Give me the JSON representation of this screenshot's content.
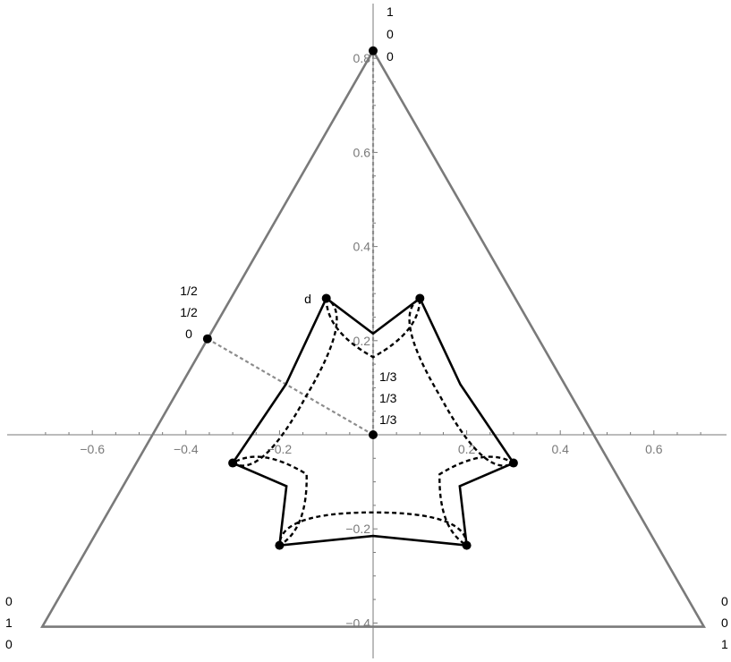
{
  "chart_data": {
    "type": "diagram",
    "x_ticks": [
      {
        "value": -0.6,
        "label": "−0.6"
      },
      {
        "value": -0.4,
        "label": "−0.4"
      },
      {
        "value": -0.2,
        "label": "−0.2"
      },
      {
        "value": 0.2,
        "label": "0.2"
      },
      {
        "value": 0.4,
        "label": "0.4"
      },
      {
        "value": 0.6,
        "label": "0.6"
      }
    ],
    "y_ticks": [
      {
        "value": 0.8,
        "label": "0.8"
      },
      {
        "value": 0.6,
        "label": "0.6"
      },
      {
        "value": 0.4,
        "label": "0.4"
      },
      {
        "value": 0.2,
        "label": "0.2"
      },
      {
        "value": -0.2,
        "label": "−0.2"
      },
      {
        "value": -0.4,
        "label": "−0.4"
      }
    ],
    "triangle": [
      [
        0,
        0.816
      ],
      [
        -0.707,
        -0.408
      ],
      [
        0.707,
        -0.408
      ]
    ],
    "vertex_labels": {
      "top": [
        "1",
        "0",
        "0"
      ],
      "bottom_left": [
        "0",
        "1",
        "0"
      ],
      "bottom_right": [
        "0",
        "0",
        "1"
      ]
    },
    "edge_midpoint": {
      "point": [
        -0.354,
        0.204
      ],
      "labels": [
        "1/2",
        "1/2",
        "0"
      ]
    },
    "center": {
      "point": [
        0,
        0
      ],
      "labels": [
        "1/3",
        "1/3",
        "1/3"
      ]
    },
    "point_d_label": "d",
    "star_vertices": [
      [
        -0.1,
        0.29
      ],
      [
        0.1,
        0.29
      ],
      [
        0.3,
        -0.06
      ],
      [
        0.2,
        -0.235
      ],
      [
        -0.2,
        -0.235
      ],
      [
        -0.3,
        -0.06
      ]
    ],
    "solid_inner_dist": 0.215,
    "dashed_inner_dist": 0.165,
    "dashed_control_dist": 0.07
  }
}
